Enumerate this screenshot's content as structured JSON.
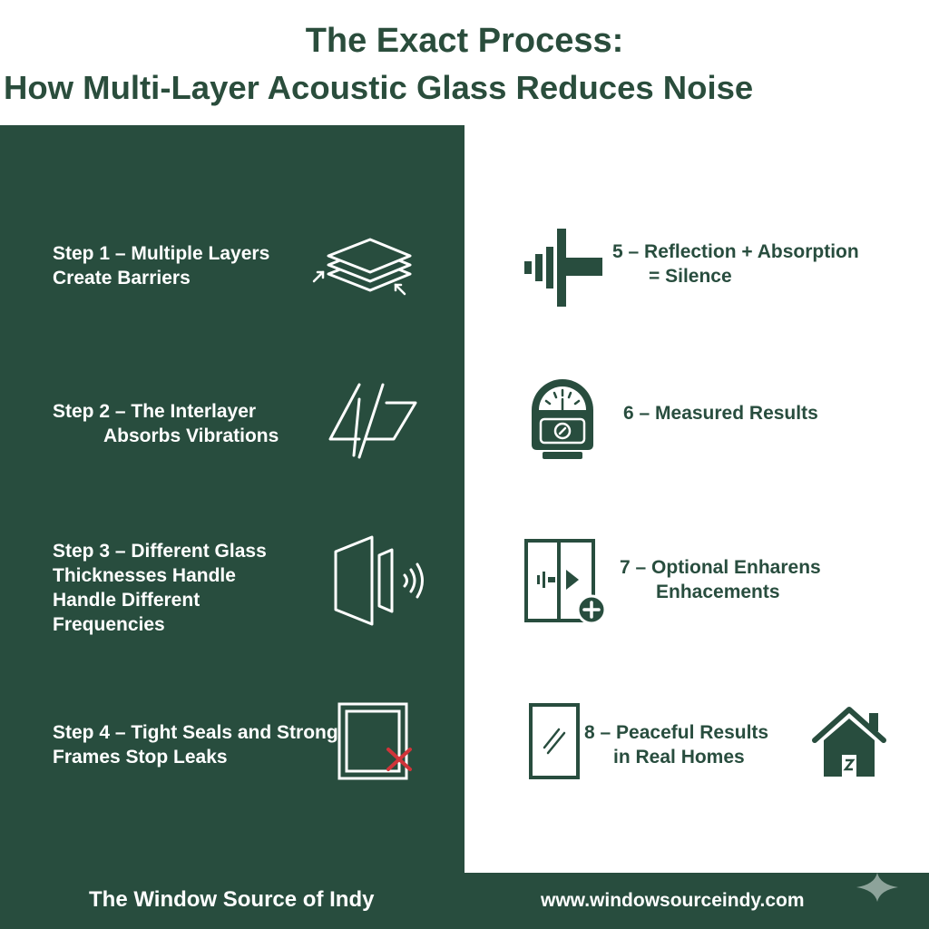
{
  "header": {
    "title_line1": "The Exact Process:",
    "title_line2": "How Multi-Layer Acoustic Glass Reduces Noise"
  },
  "steps_left": [
    {
      "lines": [
        "Step 1 – Multiple Layers",
        "Create Barriers"
      ],
      "icon": "stacked-layers-icon"
    },
    {
      "lines": [
        "Step 2 – The Interlayer",
        "Absorbs Vibrations"
      ],
      "icon": "interlayer-icon"
    },
    {
      "lines": [
        "Step 3  – Different Glass",
        "Thicknesses Handle",
        "Handle Different",
        "Frequencies"
      ],
      "icon": "glass-panes-sound-icon"
    },
    {
      "lines": [
        "Step 4 – Tight Seals and Strong",
        "Frames Stop Leaks"
      ],
      "icon": "frame-seal-icon"
    }
  ],
  "steps_right": [
    {
      "lines": [
        "5 – Reflection + Absorption",
        "= Silence"
      ],
      "icon": "sound-wall-icon"
    },
    {
      "lines": [
        "6 – Measured Results"
      ],
      "icon": "decibel-meter-icon"
    },
    {
      "lines": [
        "7 – Optional Enharens",
        "Enhacements"
      ],
      "icon": "window-plus-icon"
    },
    {
      "lines": [
        "8 – Peaceful Results",
        "in Real Homes"
      ],
      "icon": "window-and-house-icon"
    }
  ],
  "footer": {
    "company": "The Window Source of Indy",
    "website": "www.windowsourceindy.com"
  },
  "colors": {
    "dark_green": "#284d3e",
    "white": "#ffffff",
    "accent_red": "#d0343a"
  }
}
